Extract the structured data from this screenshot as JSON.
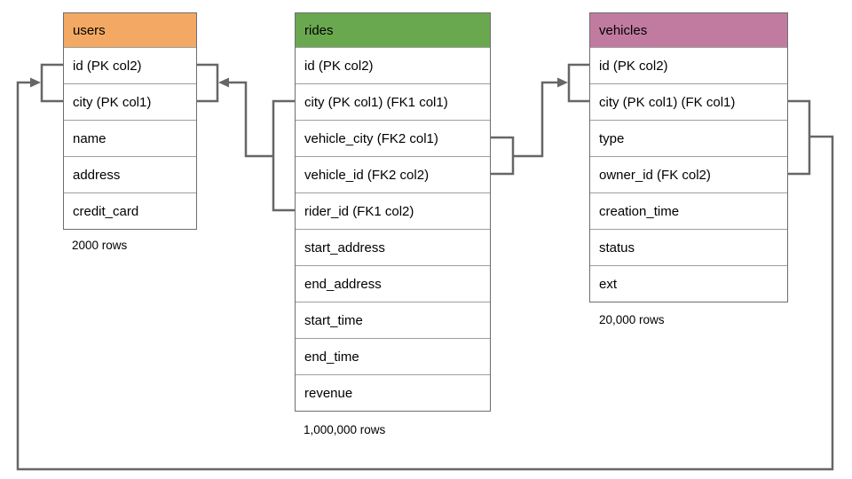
{
  "diagram": {
    "tables": {
      "users": {
        "title": "users",
        "header_color": "#F3A963",
        "columns": [
          "id (PK col2)",
          "city (PK col1)",
          "name",
          "address",
          "credit_card"
        ],
        "row_count": "2000 rows"
      },
      "rides": {
        "title": "rides",
        "header_color": "#6AA84F",
        "columns": [
          "id (PK col2)",
          "city (PK col1) (FK1 col1)",
          "vehicle_city (FK2 col1)",
          "vehicle_id (FK2 col2)",
          "rider_id (FK1 col2)",
          "start_address",
          "end_address",
          "start_time",
          "end_time",
          "revenue"
        ],
        "row_count": "1,000,000 rows"
      },
      "vehicles": {
        "title": "vehicles",
        "header_color": "#C27BA0",
        "columns": [
          "id (PK col2)",
          "city (PK col1) (FK col1)",
          "type",
          "owner_id (FK col2)",
          "creation_time",
          "status",
          "ext"
        ],
        "row_count": "20,000 rows"
      }
    },
    "relationships": [
      {
        "name": "FK1",
        "from": "rides (city, rider_id)",
        "to": "users (id, city)"
      },
      {
        "name": "FK2",
        "from": "rides (vehicle_city, vehicle_id)",
        "to": "vehicles (id, city)"
      },
      {
        "name": "FK",
        "from": "vehicles (city, owner_id)",
        "to": "users (id, city)"
      }
    ],
    "colors": {
      "connector": "#666666",
      "table_border": "#6E6E6E",
      "row_divider": "#9E9E9E",
      "background": "#FFFFFF"
    }
  }
}
